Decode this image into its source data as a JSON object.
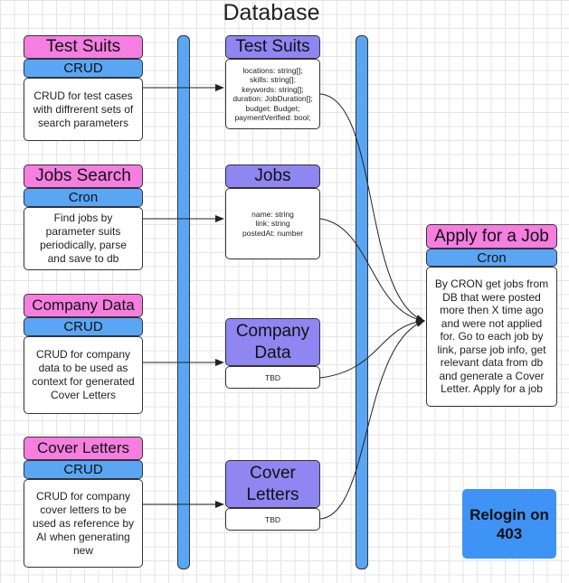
{
  "title": "Database",
  "sources": [
    {
      "header": "Test Suits",
      "subheader": "CRUD",
      "description": "CRUD for test cases with diffrerent sets of search parameters"
    },
    {
      "header": "Jobs Search",
      "subheader": "Cron",
      "description": "Find jobs by parameter suits periodically, parse and save to db"
    },
    {
      "header": "Company Data",
      "subheader": "CRUD",
      "description": "CRUD for company data to be used as context for generated Cover Letters"
    },
    {
      "header": "Cover Letters",
      "subheader": "CRUD",
      "description": "CRUD for company cover letters to be used as reference by AI when generating new"
    }
  ],
  "tables": [
    {
      "header": "Test Suits",
      "fields": [
        "locations: string[];",
        "skills: string[];",
        "keywords: string[];",
        "duration: JobDuration[];",
        "budget: Budget;",
        "paymentVerified: bool;"
      ]
    },
    {
      "header": "Jobs",
      "fields": [
        "name: string",
        "link: string",
        "postedAt: number"
      ]
    },
    {
      "header": "Company Data",
      "header_lines": [
        "Company",
        "Data"
      ],
      "fields": [
        "TBD"
      ]
    },
    {
      "header": "Cover Letters",
      "header_lines": [
        "Cover",
        "Letters"
      ],
      "fields": [
        "TBD"
      ]
    }
  ],
  "apply": {
    "header": "Apply for a Job",
    "subheader": "Cron",
    "description": "By CRON get jobs from DB that were posted more then X time ago and were not applied for. Go to each job by link, parse job info, get relevant data from db and generate a Cover Letter. Apply for a job"
  },
  "relogin": "Relogin on 403",
  "colors": {
    "pink": "#f57ee0",
    "blue": "#5aa6f5",
    "purple": "#8f86f2",
    "relogin": "#3f93f5"
  }
}
